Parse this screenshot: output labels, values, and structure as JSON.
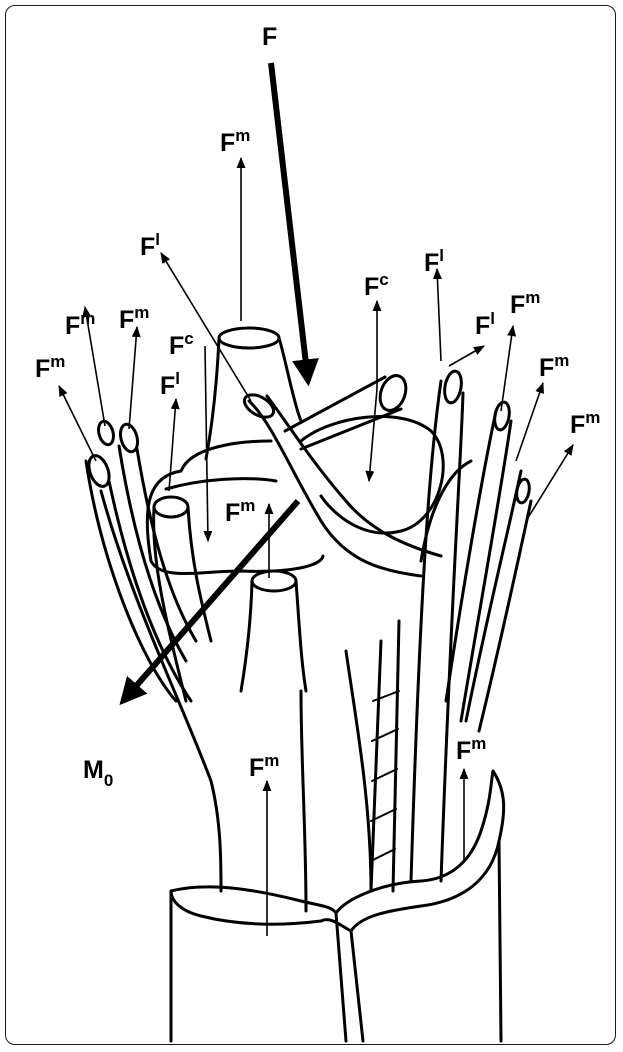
{
  "diagram": {
    "labels": {
      "F": "F",
      "Fm": "m",
      "Fl": "l",
      "Fc": "c",
      "M": "M",
      "M_sub": "0",
      "base": "F"
    }
  }
}
